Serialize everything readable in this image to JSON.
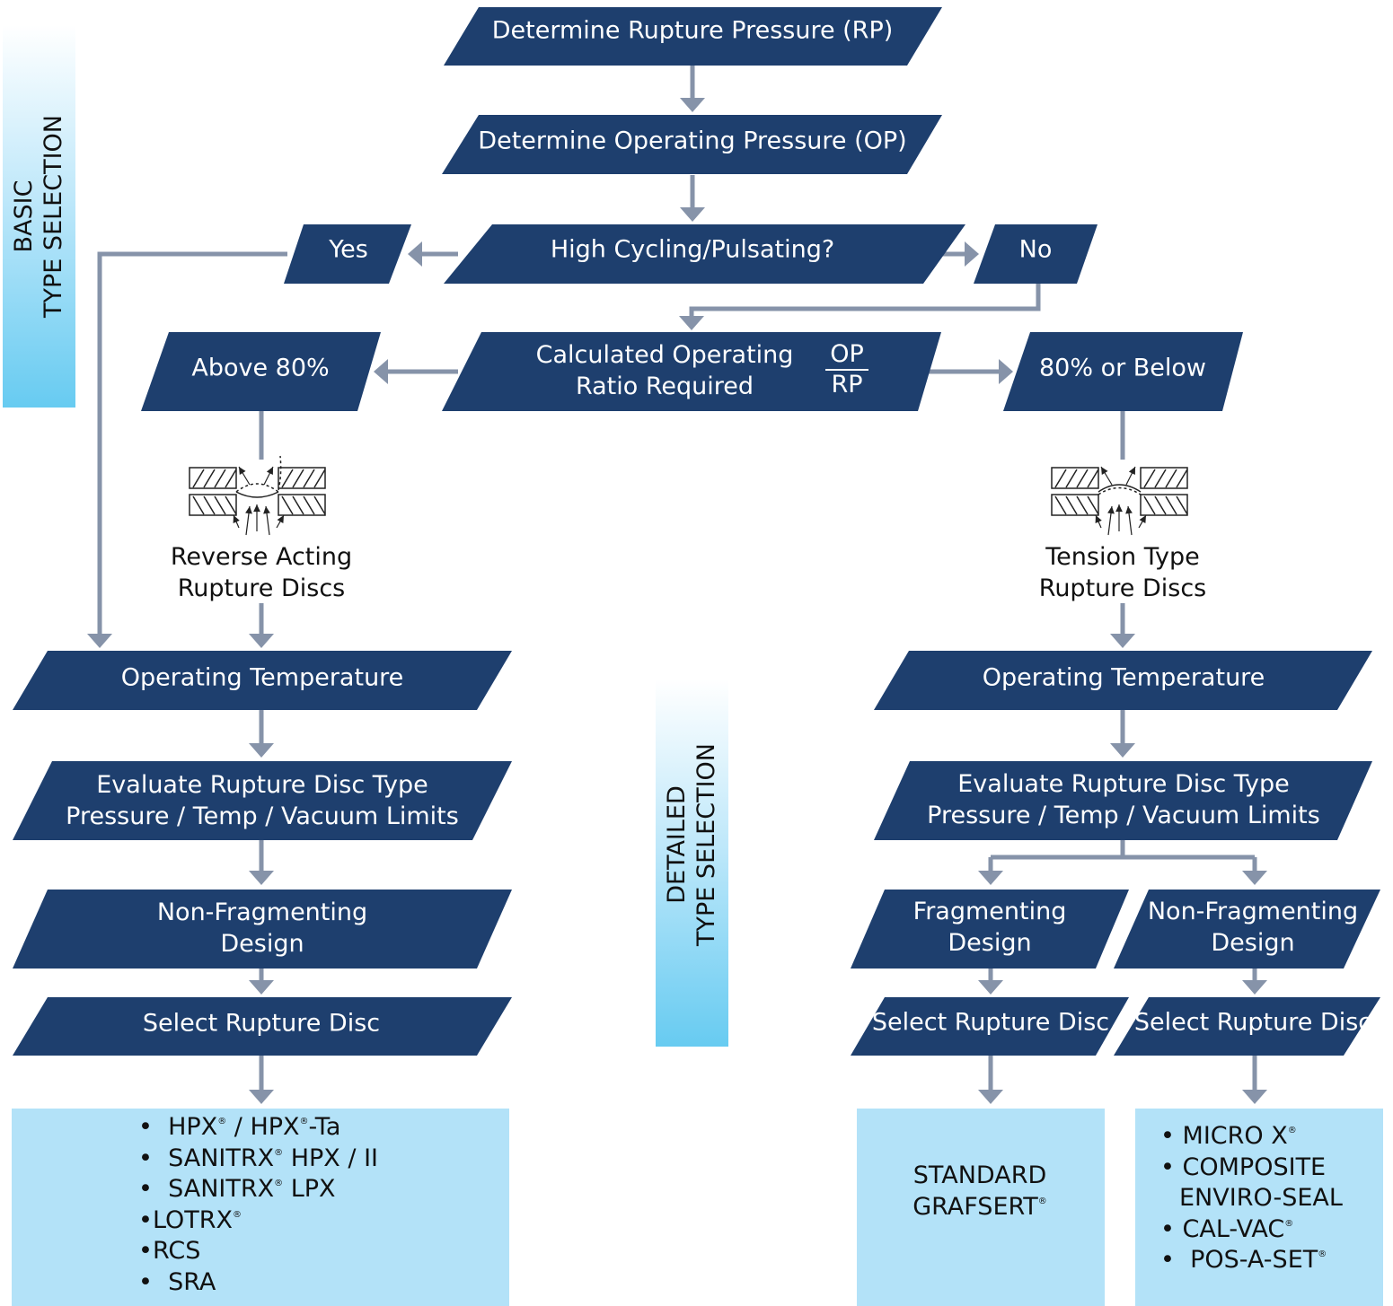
{
  "colors": {
    "box_fill": "#1e3f6e",
    "arrow": "#8693a9",
    "result_fill": "#b3e2f8",
    "side_band": "#67cbf1",
    "text_on_box": "#ffffff",
    "text_dark": "#111111"
  },
  "side_labels": {
    "basic": [
      "BASIC",
      "TYPE SELECTION"
    ],
    "detailed": [
      "DETAILED",
      "TYPE SELECTION"
    ]
  },
  "steps": {
    "rupture_pressure": "Determine Rupture Pressure (RP)",
    "operating_pressure": "Determine Operating Pressure (OP)",
    "high_cycling": "High Cycling/Pulsating?",
    "yes": "Yes",
    "no": "No",
    "ratio": [
      "Calculated Operating",
      "Ratio Required"
    ],
    "ratio_numerator": "OP",
    "ratio_denominator": "RP",
    "above": "Above 80%",
    "below": "80% or Below"
  },
  "disc_types": {
    "reverse": [
      "Reverse Acting",
      "Rupture Discs"
    ],
    "tension": [
      "Tension Type",
      "Rupture Discs"
    ]
  },
  "left_branch": {
    "temperature": "Operating Temperature",
    "evaluate": [
      "Evaluate Rupture Disc Type",
      "Pressure / Temp / Vacuum Limits"
    ],
    "design": [
      "Non-Fragmenting",
      "Design"
    ],
    "select": "Select Rupture Disc"
  },
  "right_branch": {
    "temperature": "Operating Temperature",
    "evaluate": [
      "Evaluate Rupture Disc Type",
      "Pressure / Temp / Vacuum Limits"
    ],
    "fragmenting": [
      "Fragmenting",
      "Design"
    ],
    "non_fragmenting": [
      "Non-Fragmenting",
      "Design"
    ],
    "select_frag": "Select Rupture Disc",
    "select_nonfrag": "Select Rupture Disc"
  },
  "results": {
    "left": [
      {
        "bullet": "•",
        "name": "HPX",
        "reg": "®",
        "mid": " / HPX",
        "reg2": "®",
        "tail": "-Ta"
      },
      {
        "bullet": "•",
        "name": "SANITRX",
        "reg": "®",
        "tail": " HPX / II"
      },
      {
        "bullet": "•",
        "name": "SANITRX",
        "reg": "®",
        "tail": " LPX"
      },
      {
        "bullet": "•",
        "name": "LOTRX",
        "reg": "®"
      },
      {
        "bullet": "•",
        "name": "RCS"
      },
      {
        "bullet": "•",
        "name": "SRA"
      }
    ],
    "fragmenting": [
      {
        "name": "STANDARD"
      },
      {
        "name": "GRAFSERT",
        "reg": "®"
      }
    ],
    "non_fragmenting": [
      {
        "bullet": "•",
        "name": "MICRO X",
        "reg": "®"
      },
      {
        "bullet": "•",
        "name": "COMPOSITE"
      },
      {
        "bullet": "",
        "name": "ENVIRO-SEAL"
      },
      {
        "bullet": "•",
        "name": "CAL-VAC",
        "reg": "®"
      },
      {
        "bullet": "•",
        "name": "POS-A-SET",
        "reg": "®"
      }
    ]
  }
}
